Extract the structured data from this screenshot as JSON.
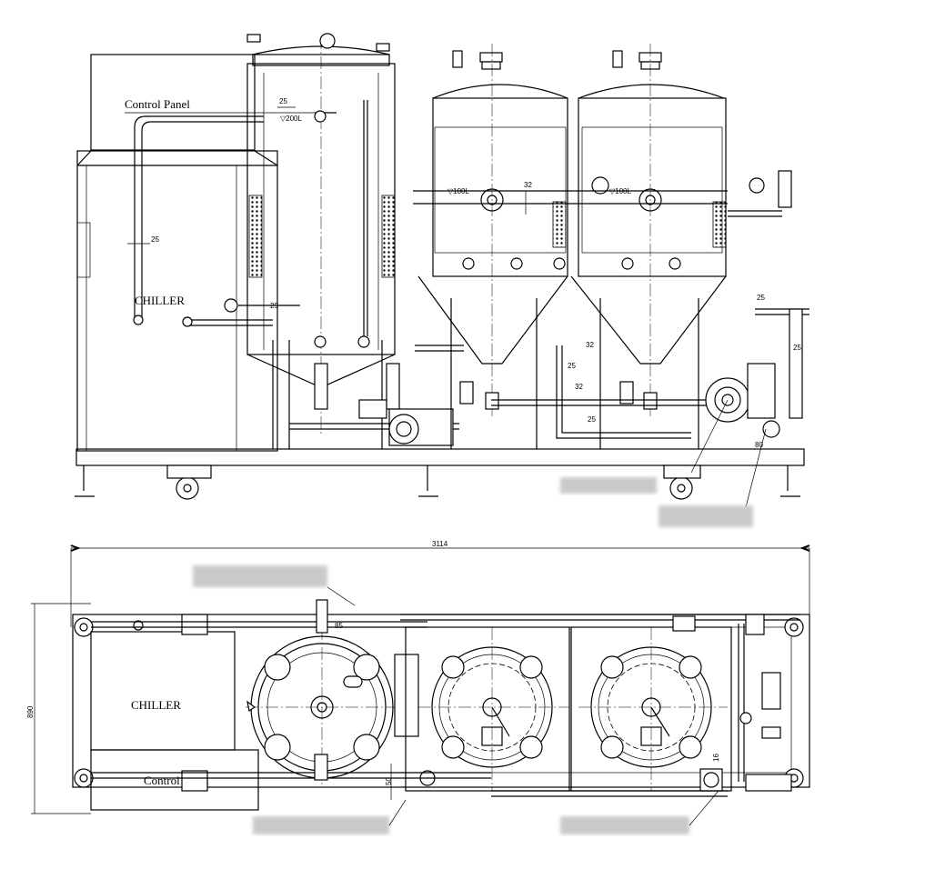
{
  "side_view": {
    "control_panel_label": "Control Panel",
    "chiller_label": "CHILLER",
    "dim_25_a": "25",
    "dim_200l": "▽200L",
    "dim_25_b": "25",
    "dim_25_c": "25",
    "dim_100l_a": "▽100L",
    "dim_100l_b": "▽100L",
    "dim_32_a": "32",
    "dim_32_b": "32",
    "dim_25_d": "25",
    "dim_25_e": "25",
    "dim_25_f": "25",
    "dim_25_g": "25",
    "dim_32_c": "32",
    "dim_80": "80"
  },
  "top_view": {
    "overall_length": "3114",
    "overall_width": "890",
    "chiller_label": "CHILLER",
    "control_panel_label": "Control Panel",
    "dim_85": "85",
    "dim_50": "50",
    "dim_16": "16"
  }
}
